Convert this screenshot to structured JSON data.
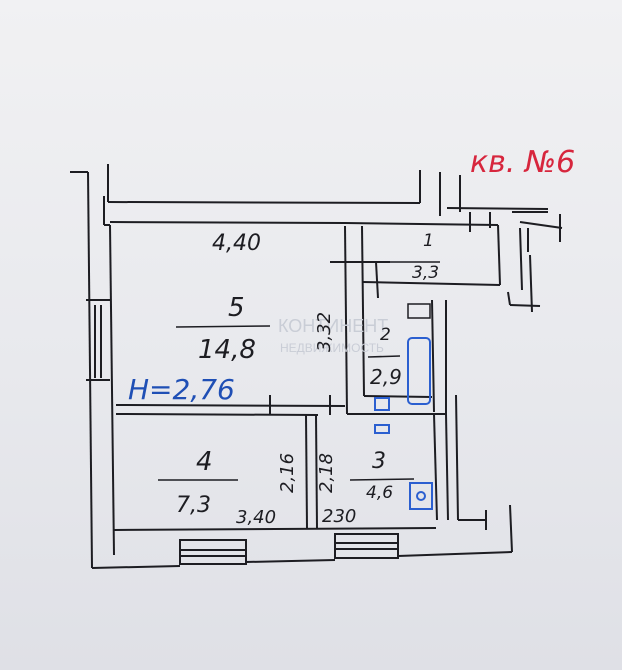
{
  "title": "кв. №6",
  "ceiling_height": "H=2,76",
  "watermark": {
    "line1": "КОНТИНЕНТ",
    "line2": "НЕДВИЖИМОСТЬ"
  },
  "rooms": [
    {
      "number": "1",
      "area": "3,3"
    },
    {
      "number": "2",
      "area": "2,9"
    },
    {
      "number": "3",
      "area": "4,6"
    },
    {
      "number": "4",
      "area": "7,3"
    },
    {
      "number": "5",
      "area": "14,8"
    }
  ],
  "dimensions": {
    "room5_width": "4,40",
    "room5_depth": "3,32",
    "room4_depth": "2,16",
    "room4_width": "3,40",
    "room3_depth": "2,18",
    "room3_width": "230"
  },
  "colors": {
    "ink": "#1d1d22",
    "title": "#d7263d",
    "height": "#1f4fb5",
    "fixtures": "#2b5fd0"
  }
}
